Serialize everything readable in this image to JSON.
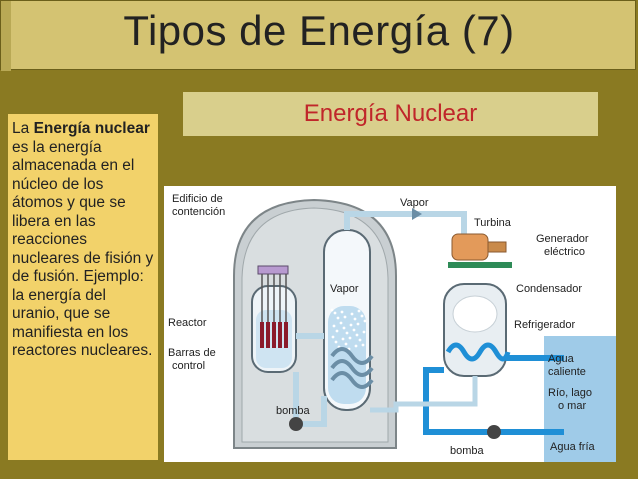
{
  "title": "Tipos de Energía (7)",
  "subtitle": "Energía Nuclear",
  "description": {
    "p1": "La ",
    "b1": "Energía nuclear",
    "p2": " es la energía almacenada en el núcleo de los átomos y que se libera en las reacciones nucleares de fisión y de fusión. Ejemplo: la energía del uranio, que se manifiesta en los reactores nucleares."
  },
  "diagram": {
    "labels": {
      "edificio1": "Edificio de",
      "edificio2": "contención",
      "vapor_top": "Vapor",
      "turbina": "Turbina",
      "generador1": "Generador",
      "generador2": "eléctrico",
      "vapor_mid": "Vapor",
      "condensador": "Condensador",
      "reactor": "Reactor",
      "refrigerador": "Refrigerador",
      "barras1": "Barras de",
      "barras2": "control",
      "agua_caliente1": "Agua",
      "agua_caliente2": "caliente",
      "rio1": "Río, lago",
      "rio2": "o mar",
      "bomba_left": "bomba",
      "bomba_right": "bomba",
      "agua_fria": "Agua fría"
    },
    "colors": {
      "dome": "#c9cfd2",
      "pipe_steam": "#b9d6e6",
      "pipe_water": "#1f8fd6",
      "water": "#9fcbe8",
      "turbine": "#e39a5a",
      "generator_base": "#2e8b57",
      "rods": "#8b1a2b"
    }
  }
}
